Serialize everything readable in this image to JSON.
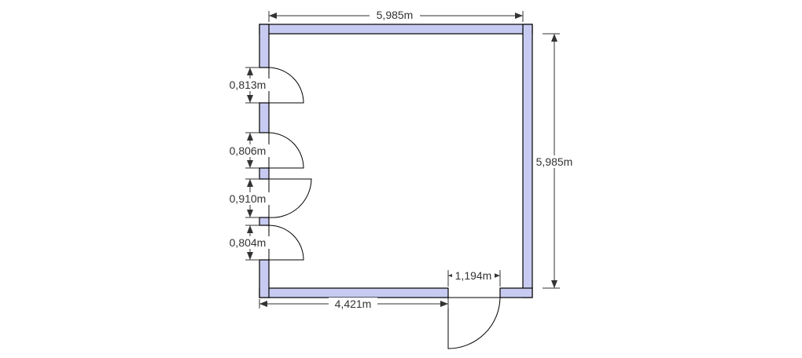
{
  "colors": {
    "wall_fill": "#c7cbf1",
    "wall_outline": "#000000",
    "dimension": "#333333",
    "background": "#ffffff"
  },
  "dimensions": {
    "top_width": "5,985m",
    "right_height": "5,985m",
    "bottom_left_segment": "4,421m",
    "bottom_door": "1,194m",
    "left_door_1": "0,813m",
    "left_door_2": "0,806m",
    "left_door_3": "0,910m",
    "left_door_4": "0,804m"
  }
}
